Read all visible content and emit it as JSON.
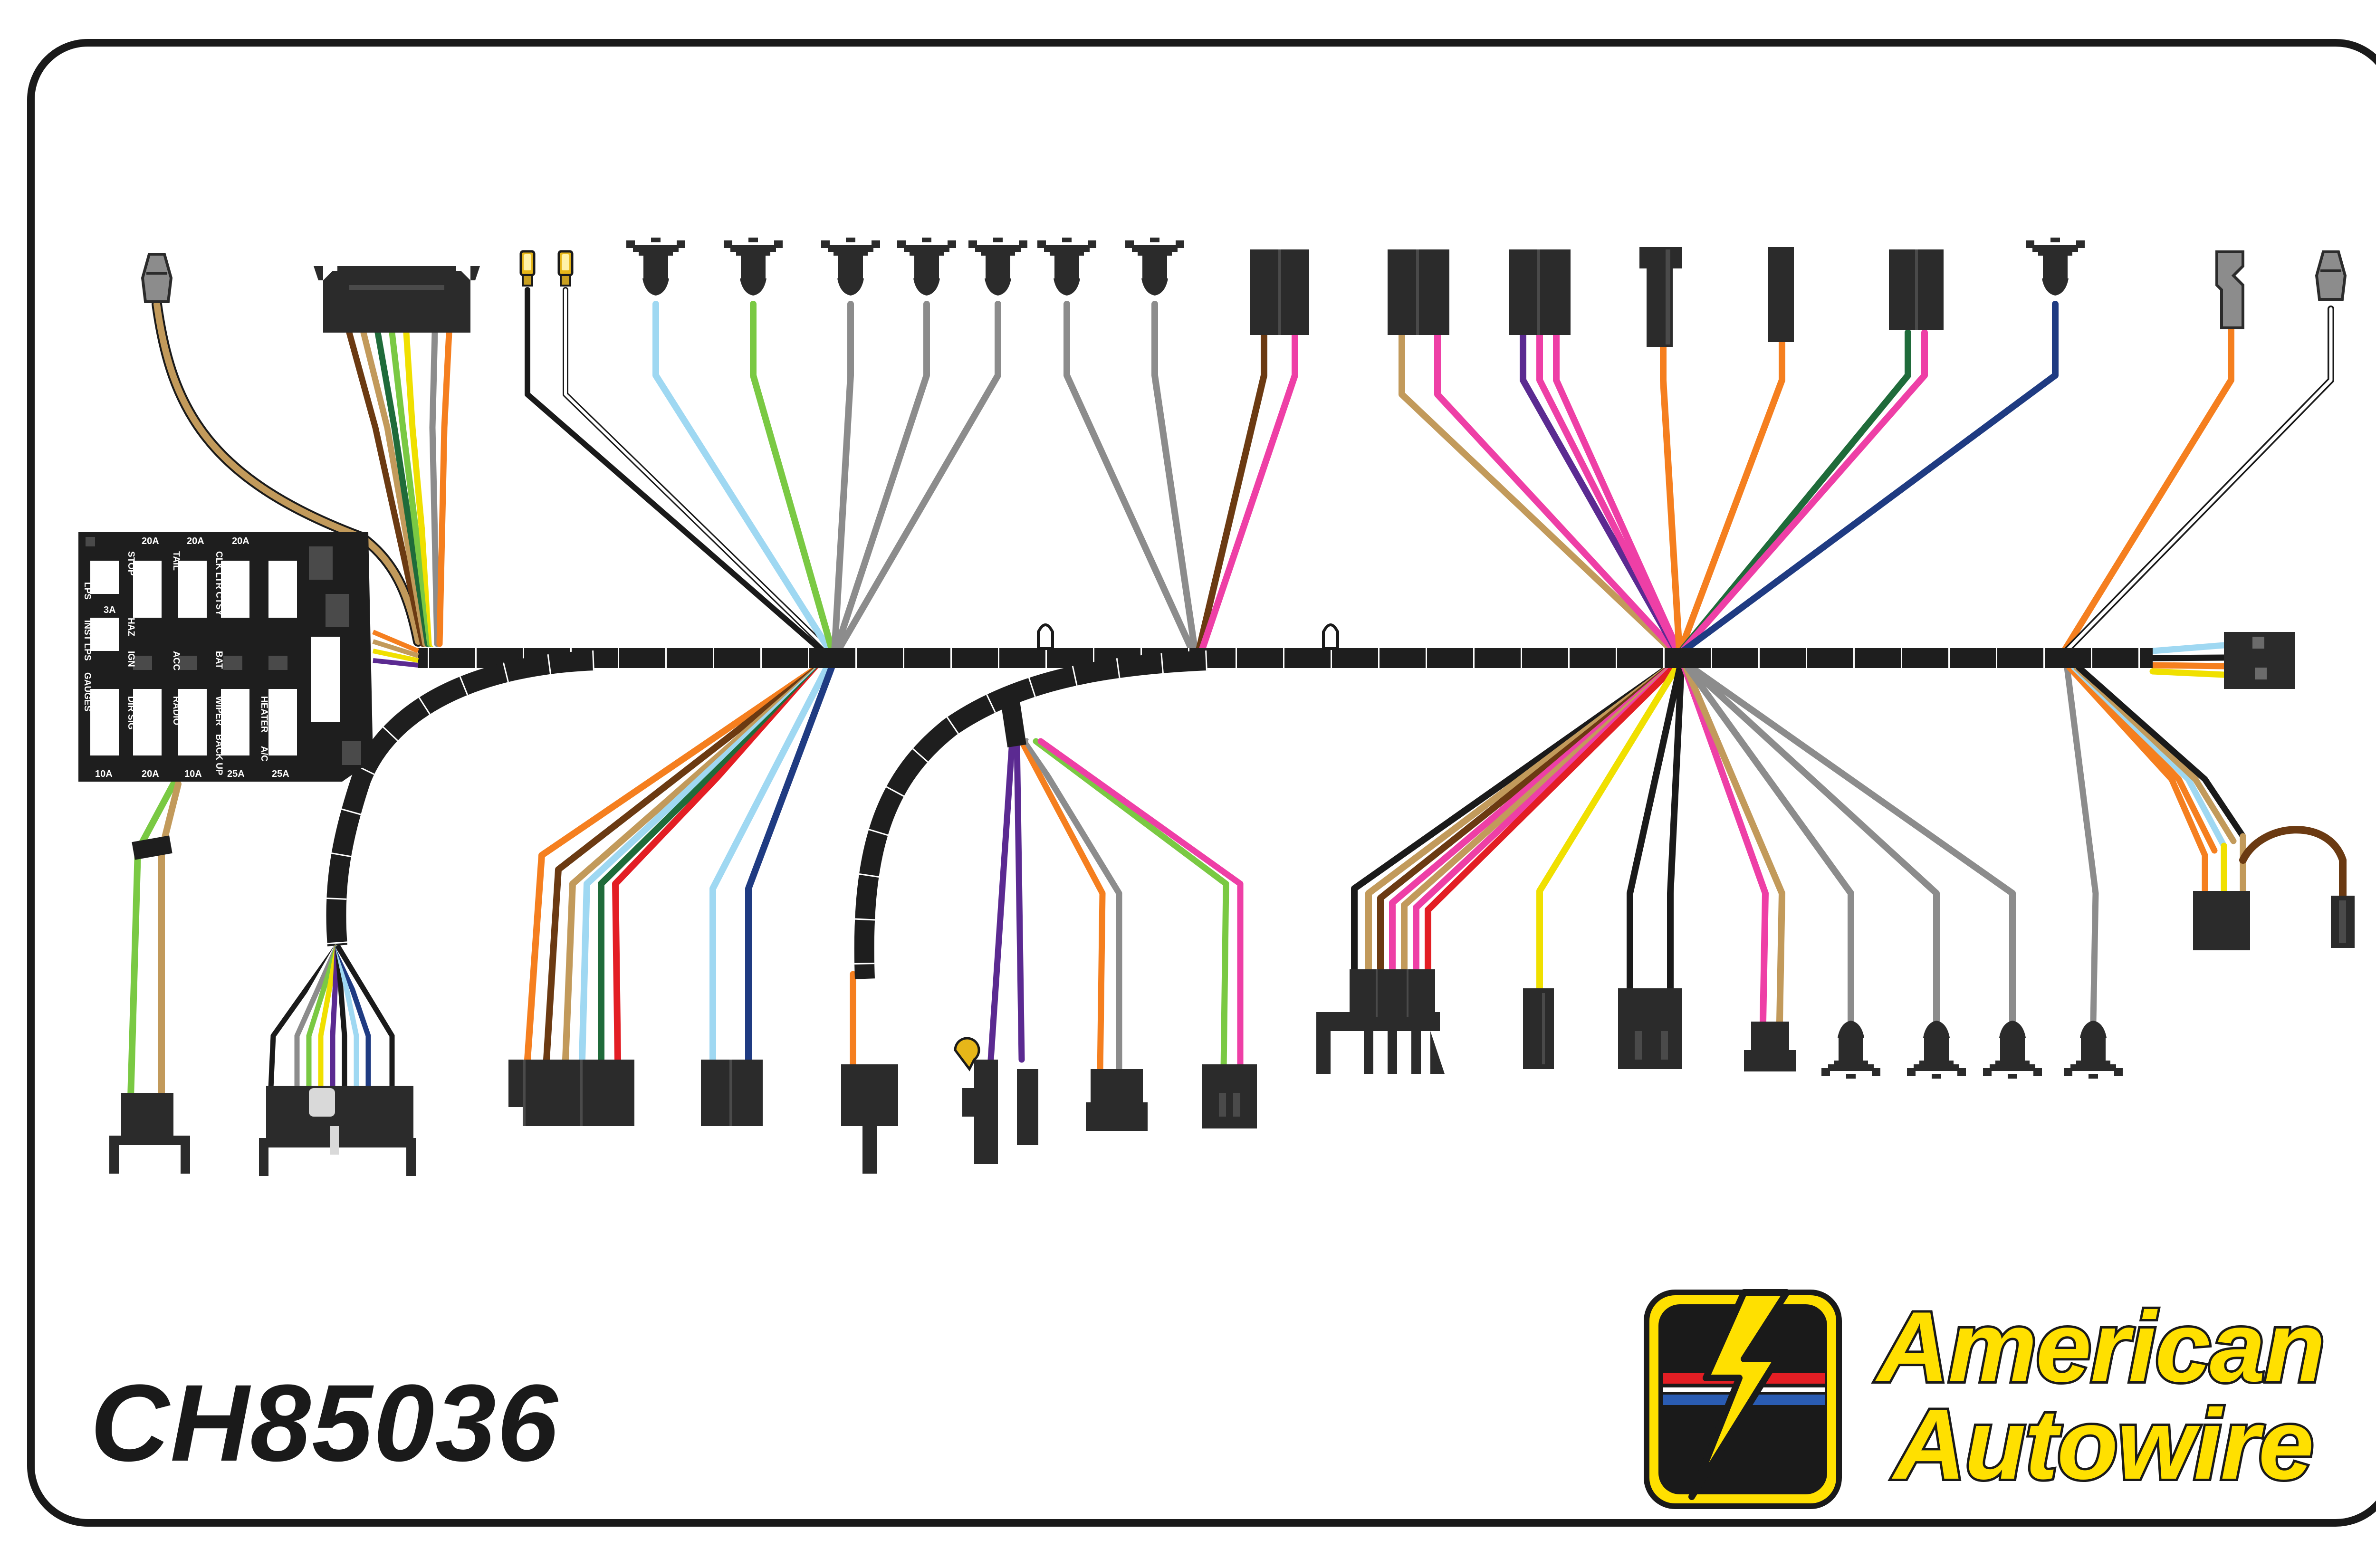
{
  "part_number": "CH85036",
  "brand": {
    "line1": "American",
    "line2": "Autowire"
  },
  "fuse_block": {
    "ratings_top": [
      "20A",
      "20A",
      "20A"
    ],
    "ratings_bottom": [
      "10A",
      "20A",
      "10A",
      "25A",
      "25A"
    ],
    "circuit_labels": [
      "STOP",
      "TAIL",
      "CLK LTR CTSY",
      "LPS",
      "3A",
      "HAZ",
      "INST LPS",
      "IGN",
      "ACC",
      "BAT",
      "GAUGES",
      "DIR SIG",
      "RADIO",
      "WIPER",
      "HEATER",
      "BACK UP",
      "A/C"
    ]
  },
  "colors": {
    "sheath": "#1e1e1e",
    "outline": "#1a1a1a",
    "connector": "#2b2b2b",
    "brand_yellow": "#ffe000",
    "brand_red": "#e31e24",
    "brand_blue": "#2a5cb3",
    "wire_tan": "#c29a5b",
    "wire_brown": "#6b3a12",
    "wire_orange": "#f57f1f",
    "wire_pink": "#ee3fa6",
    "wire_purple": "#5b2a91",
    "wire_light_blue": "#9fd8f2",
    "wire_dark_blue": "#1f3b82",
    "wire_light_green": "#7ac943",
    "wire_dark_green": "#1f6b3a",
    "wire_gray": "#8c8c8c",
    "wire_yellow": "#f0e000",
    "wire_red": "#e31e24"
  },
  "icons": [
    "bulb-socket-icon",
    "spade-terminal-icon",
    "lightning-bolt-icon",
    "ground-clip-icon",
    "wire-cap-icon"
  ]
}
